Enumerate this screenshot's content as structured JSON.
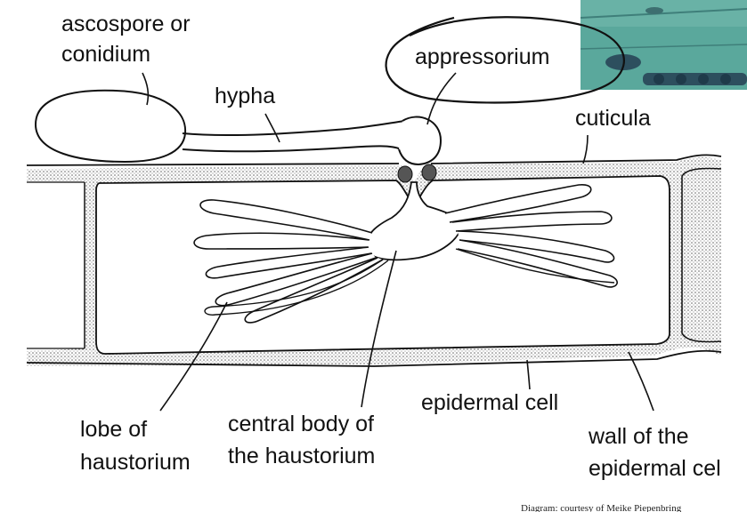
{
  "labels": {
    "ascospore_line1": "ascospore or",
    "ascospore_line2": "conidium",
    "hypha": "hypha",
    "appressorium": "appressorium",
    "cuticula": "cuticula",
    "lobe_line1": "lobe of",
    "lobe_line2": "haustorium",
    "central_line1": "central body of",
    "central_line2": "the haustorium",
    "epidermal_cell": "epidermal cell",
    "wall_line1": "wall of the",
    "wall_line2": "epidermal cel"
  },
  "credit": "Diagram: courtesy of Meike Piepenbring",
  "colors": {
    "outline": "#111111",
    "cell_wall_fill": "#bdbdbd",
    "photo_bg": "#5aa89c",
    "photo_dark": "#2d4f5e"
  }
}
